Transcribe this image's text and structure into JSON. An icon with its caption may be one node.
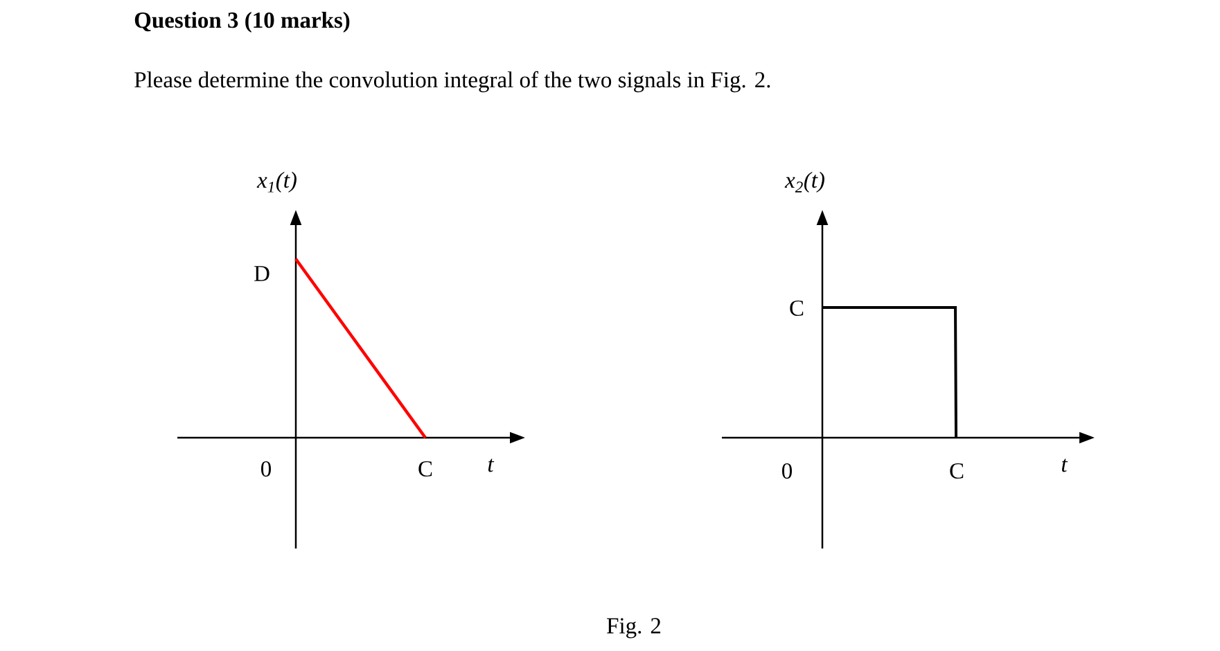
{
  "diagram": {
    "title": "Question 3 (10 marks)",
    "caption": "Fig. 2",
    "labels": [
      "Please determine the convolution integral of the two signals in Fig. 2.",
      "x$_{1}$(t)",
      "D",
      "0",
      "C",
      "t",
      "x$_{2}$(t)",
      "C",
      "0",
      "C",
      "t"
    ]
  }
}
